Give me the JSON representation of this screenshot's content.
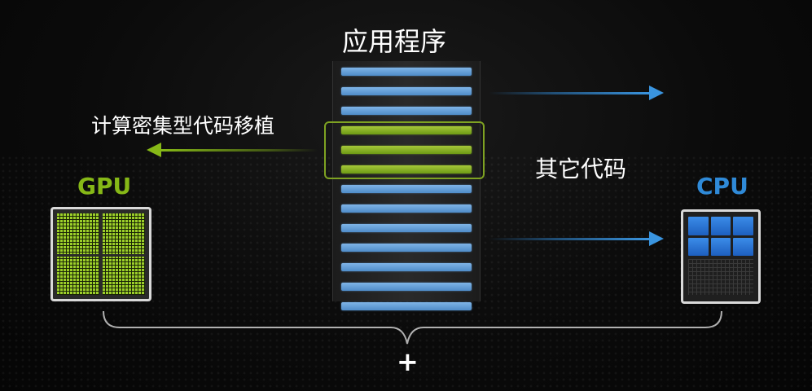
{
  "diagram": {
    "app_title": "应用程序",
    "porting_label": "计算密集型代码移植",
    "other_label": "其它代码",
    "gpu_title": "GPU",
    "cpu_title": "CPU",
    "plus": "+"
  },
  "colors": {
    "gpu_green": "#86b817",
    "cpu_blue": "#2f8ad8",
    "bar_blue": "#5a96d2",
    "bar_green": "#8ab42a",
    "background": "#0b0b0b"
  },
  "code_bars": [
    {
      "kind": "other"
    },
    {
      "kind": "other"
    },
    {
      "kind": "other"
    },
    {
      "kind": "compute"
    },
    {
      "kind": "compute"
    },
    {
      "kind": "compute"
    },
    {
      "kind": "other"
    },
    {
      "kind": "other"
    },
    {
      "kind": "other"
    },
    {
      "kind": "other"
    },
    {
      "kind": "other"
    },
    {
      "kind": "other"
    },
    {
      "kind": "other"
    }
  ]
}
